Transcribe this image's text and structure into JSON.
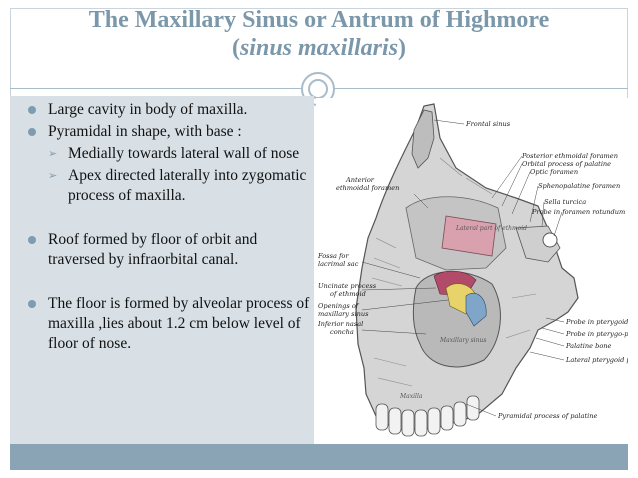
{
  "title": {
    "line1": "The Maxillary Sinus or Antrum of Highmore",
    "line2_open": "(",
    "line2_italic": "sinus maxillaris",
    "line2_close": ")"
  },
  "bullets": {
    "b1": "Large cavity in body of maxilla.",
    "b2": "Pyramidal in shape, with base :",
    "b2_sub1": "Medially towards lateral wall of nose",
    "b2_sub2": "Apex directed laterally into zygomatic process of maxilla.",
    "b3": "Roof  formed by floor of orbit and traversed by infraorbital canal.",
    "b4": "The floor is formed by alveolar process of maxilla ,lies about 1.2 cm below  level of floor of nose."
  },
  "figure": {
    "labels": {
      "frontal_sinus": "Frontal sinus",
      "post_ethmoid": "Posterior ethmoidal foramen",
      "orbital_palatine": "Orbital process of palatine",
      "optic_foramen": "Optic foramen",
      "anterior_ethmoid_1": "Anterior",
      "anterior_ethmoid_2": "ethmoidal foramen",
      "sphenopalatine": "Sphenopalatine foramen",
      "sella": "Sella turcica",
      "probe_rotundum": "Probe in foramen rotundum",
      "fossa_1": "Fossa for",
      "fossa_2": "lacrimal sac",
      "uncinate_1": "Uncinate process",
      "uncinate_2": "of ethmoid",
      "openings_1": "Openings of",
      "openings_2": "maxillary sinus",
      "inferior_1": "Inferior nasal",
      "inferior_2": "concha",
      "probe_pterygoid": "Probe in pterygoid canal",
      "probe_ptpal": "Probe in pterygo-palatine canal",
      "palatine_bone": "Palatine bone",
      "lateral_pterygoid": "Lateral pterygoid plate",
      "pyramidal": "Pyramidal process of palatine",
      "lacrimal_plate": "Lateral part of ethmoid",
      "maxillary_sinus": "Maxillary sinus",
      "maxilla": "Maxilla"
    }
  },
  "colors": {
    "title": "#7b98ab",
    "panel": "#d8e0e6",
    "bar": "#8aa4b6",
    "bullet": "#7e9cb0"
  }
}
